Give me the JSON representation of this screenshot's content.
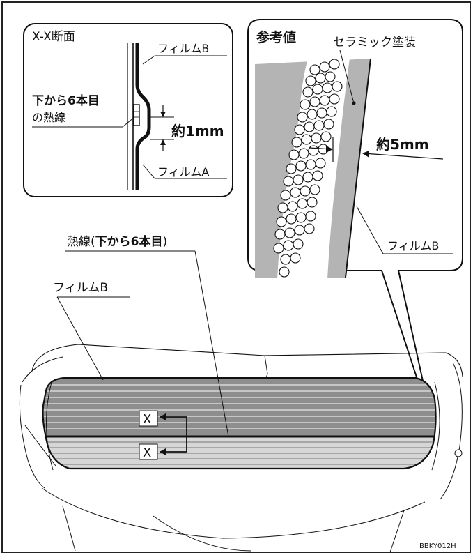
{
  "inset_left": {
    "title": "X-X断面",
    "film_b_label": "フィルムB",
    "film_a_label": "フィルムA",
    "wire_label_line1": "下から6本目",
    "wire_label_line2": "の熱線",
    "gap_label": "約1mm"
  },
  "inset_right": {
    "title": "参考値",
    "ceramic_label": "セラミック塗装",
    "distance_label": "約5mm",
    "film_b_label": "フィルムB"
  },
  "main": {
    "heat_wire_prefix": "熱線(",
    "heat_wire_bold": "下から6本目",
    "heat_wire_suffix": ")",
    "film_b_label": "フィルムB",
    "marker_top": "X",
    "marker_bottom": "X"
  },
  "figure_code": "BBKY012H",
  "colors": {
    "ink": "#111111",
    "film_dark": "#8e8e8e",
    "film_light": "#d6d6d6",
    "ceramic_gray": "#b4b4b4"
  }
}
